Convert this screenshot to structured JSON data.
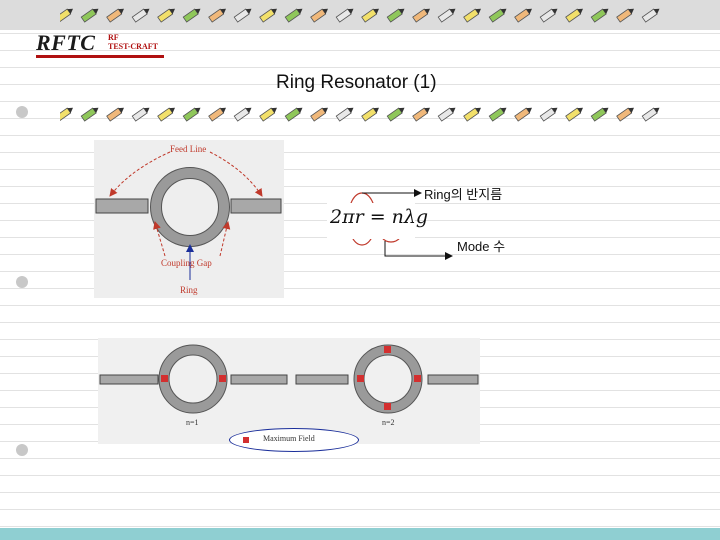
{
  "logo": {
    "main": "RFTC",
    "sub1": "RF",
    "sub2": "TEST-CRAFT"
  },
  "slide": {
    "title": "Ring Resonator (1)"
  },
  "diagram1": {
    "feed_line_label": "Feed Line",
    "coupling_gap_label": "Coupling Gap",
    "ring_label": "Ring"
  },
  "formula": {
    "text": "2πr = nλg",
    "annotation_radius": "Ring의 반지름",
    "annotation_mode": "Mode 수"
  },
  "diagram2": {
    "mode1_label": "n=1",
    "mode2_label": "n=2",
    "legend_label": "Maximum Field"
  },
  "colors": {
    "accent": "#8fcfd2",
    "ring": "#888888",
    "field": "#d32f2f",
    "arrow": "#c0392b",
    "legend_border": "#1a2e9a"
  }
}
